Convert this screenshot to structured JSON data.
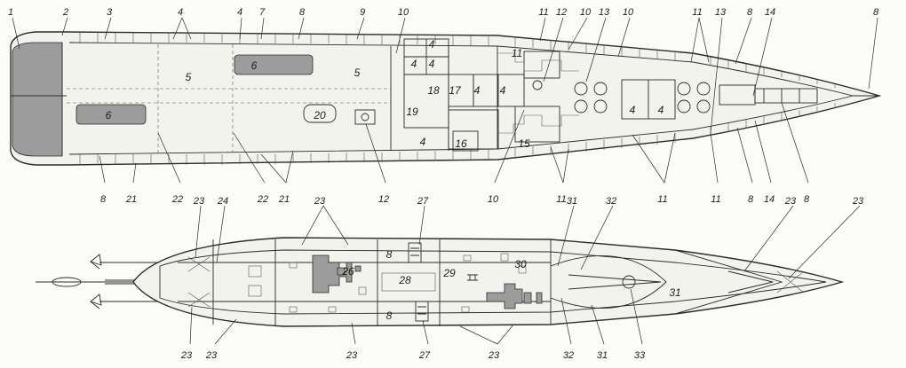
{
  "upper_plan": {
    "top_labels": [
      "1",
      "2",
      "3",
      "4",
      "4",
      "7",
      "8",
      "9",
      "10",
      "11",
      "12",
      "10",
      "13",
      "10",
      "11",
      "13",
      "8",
      "14",
      "8"
    ],
    "bottom_labels": [
      "8",
      "21",
      "22",
      "22",
      "21",
      "12",
      "10",
      "11",
      "11",
      "11",
      "8",
      "14",
      "8"
    ],
    "inner_labels": [
      "5",
      "6",
      "6",
      "5",
      "4",
      "4",
      "4",
      "18",
      "17",
      "4",
      "4",
      "19",
      "20",
      "4",
      "16",
      "15",
      "11",
      "4",
      "4"
    ]
  },
  "lower_plan": {
    "top_labels": [
      "23",
      "24",
      "23",
      "27",
      "31",
      "32",
      "23",
      "23"
    ],
    "bottom_labels": [
      "23",
      "23",
      "23",
      "27",
      "23",
      "32",
      "31",
      "33"
    ],
    "inner_labels": [
      "26",
      "8",
      "28",
      "8",
      "29",
      "30",
      "31"
    ]
  }
}
